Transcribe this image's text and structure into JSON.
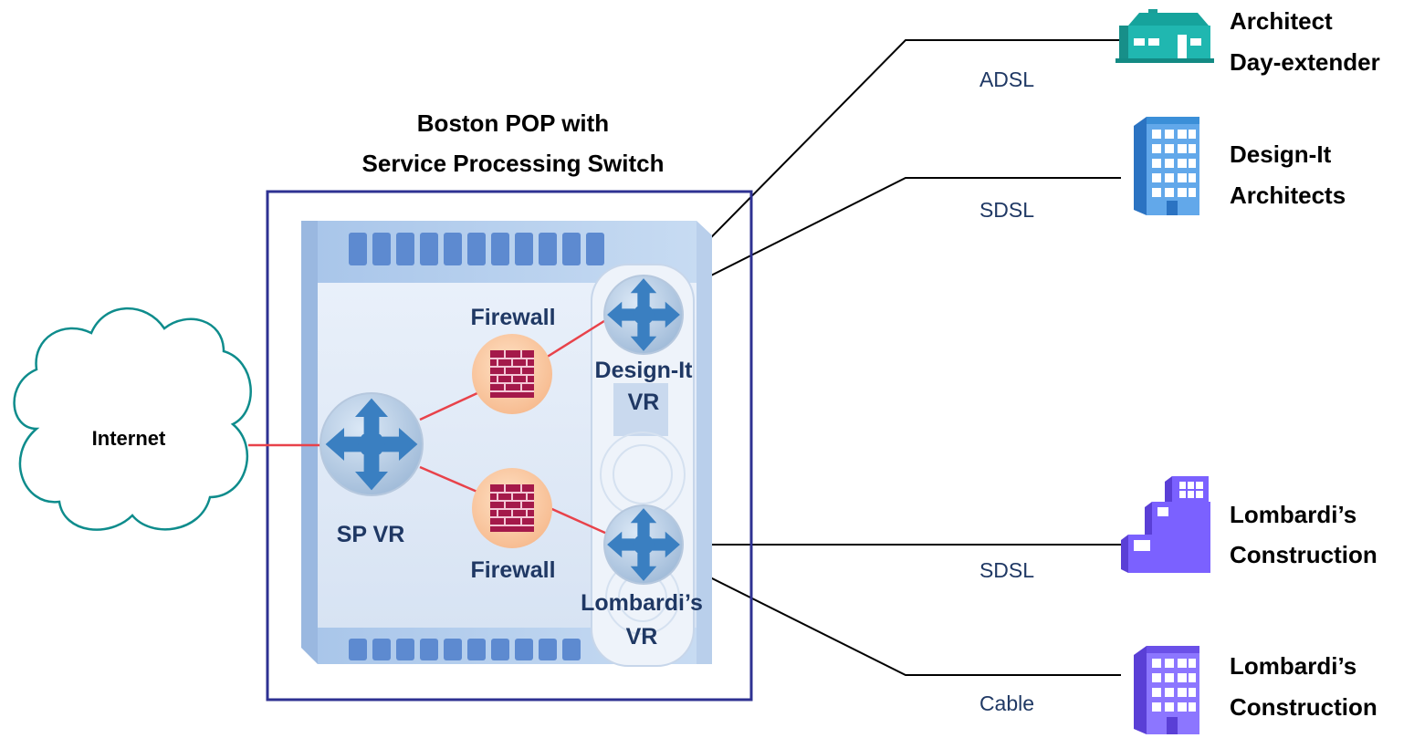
{
  "pop": {
    "title_line1": "Boston POP with",
    "title_line2": "Service Processing Switch"
  },
  "internet": {
    "label": "Internet"
  },
  "routers": {
    "sp": {
      "label": "SP VR"
    },
    "design": {
      "label_line1": "Design-It",
      "label_line2": "VR"
    },
    "lombardi": {
      "label_line1": "Lombardi’s",
      "label_line2": "VR"
    }
  },
  "firewalls": {
    "top": {
      "label": "Firewall"
    },
    "bottom": {
      "label": "Firewall"
    }
  },
  "links": {
    "adsl": "ADSL",
    "sdsl_design": "SDSL",
    "sdsl_lombardi": "SDSL",
    "cable": "Cable"
  },
  "sites": {
    "architect": {
      "line1": "Architect",
      "line2": "Day-extender"
    },
    "design_it": {
      "line1": "Design-It",
      "line2": "Architects"
    },
    "lombardi_1": {
      "line1": "Lombardi’s",
      "line2": "Construction"
    },
    "lombardi_2": {
      "line1": "Lombardi’s",
      "line2": "Construction"
    }
  },
  "colors": {
    "pop_border": "#2e3192",
    "internal_link": "#e8424a",
    "router_blue": "#3a7fc1",
    "firewall_brick": "#a4194a",
    "house": "#20b7b0",
    "office_blue": "#3b8fd8",
    "construction_purple": "#7b61ff"
  }
}
